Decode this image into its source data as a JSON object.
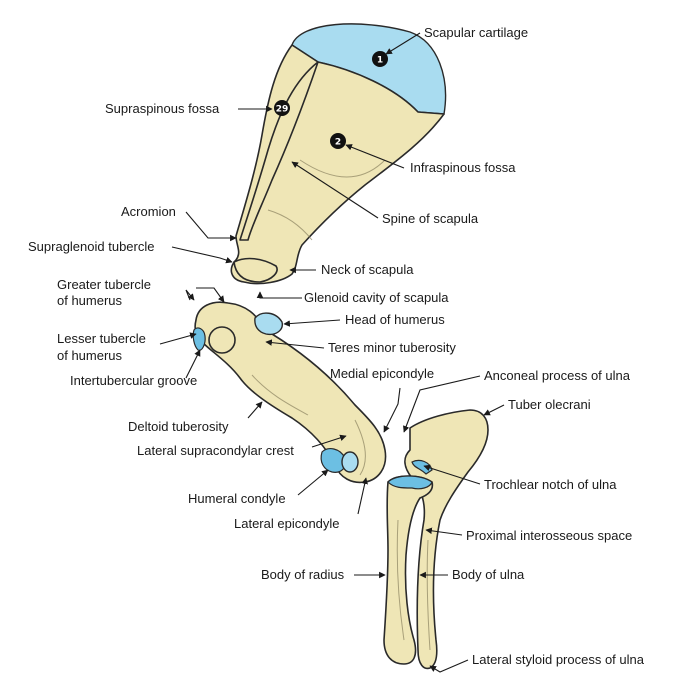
{
  "colors": {
    "bone": "#efe6b6",
    "cartilage": "#a9dcf0",
    "cartilage_dark": "#6cbfe3",
    "marker": "#111111"
  },
  "markers": {
    "m1": "1",
    "m2": "2",
    "m29": "29"
  },
  "labels": {
    "scapular_cartilage": "Scapular cartilage",
    "supraspinous_fossa": "Supraspinous fossa",
    "infraspinous_fossa": "Infraspinous fossa",
    "acromion": "Acromion",
    "spine_of_scapula": "Spine of scapula",
    "supraglenoid_tubercle": "Supraglenoid tubercle",
    "neck_of_scapula": "Neck of scapula",
    "greater_tubercle_1": "Greater tubercle",
    "greater_tubercle_2": "of humerus",
    "glenoid_cavity": "Glenoid cavity of scapula",
    "head_of_humerus": "Head of humerus",
    "lesser_tubercle_1": "Lesser tubercle",
    "lesser_tubercle_2": "of humerus",
    "teres_minor": "Teres minor tuberosity",
    "intertubercular_groove": "Intertubercular groove",
    "medial_epicondyle": "Medial epicondyle",
    "anconeal_process": "Anconeal process of ulna",
    "tuber_olecrani": "Tuber olecrani",
    "deltoid_tuberosity": "Deltoid tuberosity",
    "lateral_supracondylar_crest": "Lateral supracondylar crest",
    "trochlear_notch": "Trochlear notch of ulna",
    "humeral_condyle": "Humeral condyle",
    "lateral_epicondyle": "Lateral epicondyle",
    "proximal_interosseous": "Proximal interosseous space",
    "body_of_radius": "Body of radius",
    "body_of_ulna": "Body of ulna",
    "lateral_styloid": "Lateral styloid process of ulna"
  }
}
